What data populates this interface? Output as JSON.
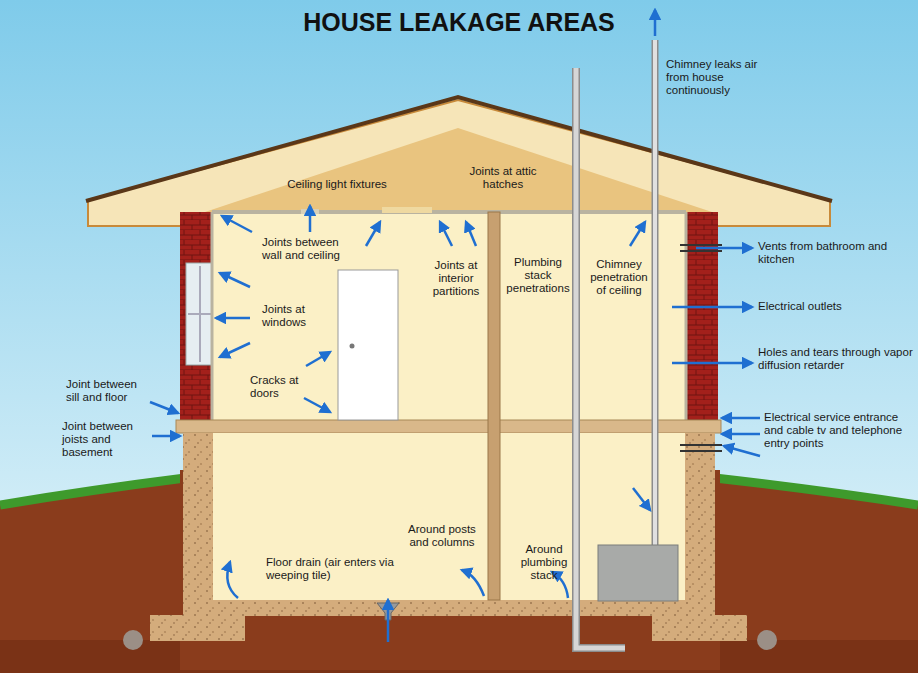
{
  "diagram": {
    "title": "HOUSE LEAKAGE AREAS",
    "labels": [
      "Chimney leaks air from house continuously",
      "Ceiling light fixtures",
      "Joints at attic hatches",
      "Joints between wall and ceiling",
      "Joints at interior partitions",
      "Plumbing stack penetrations",
      "Chimney penetration of ceiling",
      "Vents from bathroom and kitchen",
      "Joints at windows",
      "Electrical outlets",
      "Holes and tears through vapor diffusion retarder",
      "Cracks at doors",
      "Joint between sill and floor",
      "Joint between joists and basement",
      "Electrical service entrance and cable tv and telephone entry points",
      "Around posts and columns",
      "Around plumbing stack",
      "Floor drain (air enters via weeping tile)"
    ]
  }
}
